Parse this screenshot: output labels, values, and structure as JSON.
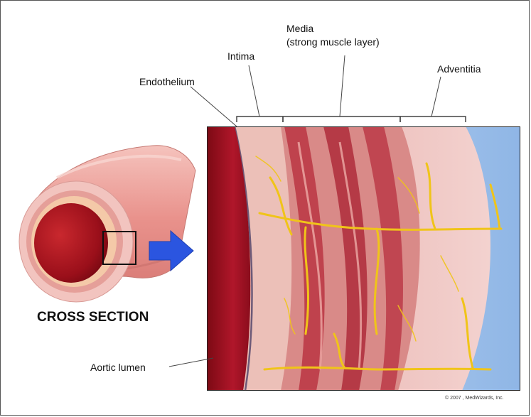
{
  "labels": {
    "media_line1": "Media",
    "media_line2": "(strong muscle layer)",
    "intima": "Intima",
    "adventitia": "Adventitia",
    "endothelium": "Endothelium",
    "cross_section": "CROSS SECTION",
    "aortic_lumen": "Aortic lumen",
    "copyright": "© 2007 , MedWizards, Inc."
  },
  "colors": {
    "lumen": "#9e0f1e",
    "wall": "#e7a4a1",
    "muscle": "#b5293a",
    "nerve": "#f0c419",
    "arrow": "#2b55e0",
    "sky": "#9fc3ec"
  }
}
